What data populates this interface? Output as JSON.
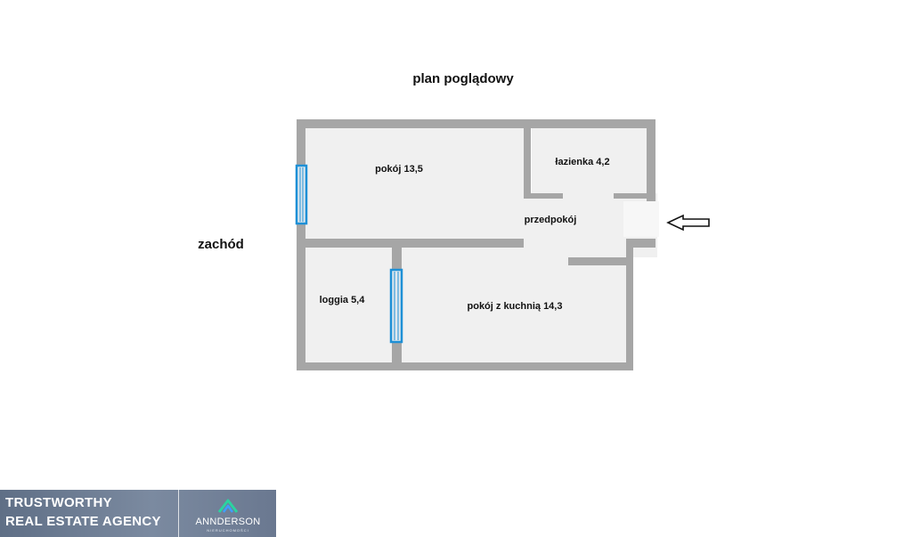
{
  "title": "plan poglądowy",
  "direction_label": "zachód",
  "rooms": {
    "pokoj": "pokój 13,5",
    "lazienka": "łazienka 4,2",
    "przedpokoj": "przedpokój",
    "loggia": "loggia 5,4",
    "pokoj_kuchnia": "pokój z kuchnią 14,3"
  },
  "banner": {
    "line1": "TRUSTWORTHY",
    "line2": "REAL ESTATE AGENCY",
    "brand": "ANNDERSON",
    "brand_sub": "NIERUCHOMOŚCI"
  },
  "colors": {
    "wall": "#a6a6a6",
    "floor": "#f0f0f0",
    "window": "#1e90d6",
    "banner": "#6f7e95"
  },
  "icons": [
    "entrance-arrow-icon",
    "anderson-logo-icon"
  ]
}
